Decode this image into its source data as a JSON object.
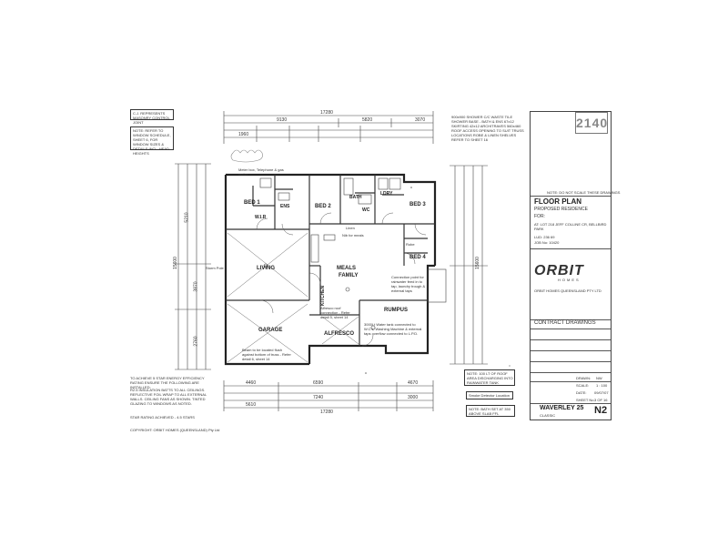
{
  "stamp_number": "2140",
  "left_notes": {
    "legend": "C.J. REPRESENTS MASONRY CONTROL JOINT",
    "window_note": "NOTE: REFER TO WINDOW SCHEDULE, SHEET 6, FOR WINDOW SIZES & DETAILS INCL. HEAD HEIGHTS",
    "energy_note": "TO ACHIEVE 5 STAR ENERGY EFFICIENCY RATING ENSURE THE FOLLOWING ARE INSTALLED:",
    "energy_items": "R2.5 INSULATION BATTS TO ALL CEILINGS. REFLECTIVE FOIL WRAP TO ALL EXTERNAL WALLS. CEILING FANS AS SHOWN. TINTED GLAZING TO WINDOWS AS NOTED.",
    "star_rating": "STAR RATING ACHIEVED - 4.5 STARS"
  },
  "rooms": {
    "bed1": "BED 1",
    "ens": "ENS",
    "wir": "W.I.R",
    "bed2": "BED 2",
    "bath": "BATH",
    "ldry": "LDRY",
    "wc": "WC",
    "bed3": "BED 3",
    "bed4": "BED 4",
    "living": "LIVING",
    "kitchen": "KITCHEN",
    "meals": "MEALS",
    "family": "FAMILY",
    "rumpus": "RUMPUS",
    "alfresco": "ALFRESCO",
    "garage": "GARAGE",
    "robe": "Robe",
    "linen": "Linen"
  },
  "dims": {
    "overall_top": "17280",
    "top_a": "9130",
    "top_b": "5820",
    "top_c": "3070",
    "top_d": "1960",
    "overall_bottom": "17280",
    "bot_a": "4460",
    "bot_b": "6590",
    "bot_c": "4670",
    "bot_d": "5610",
    "bot_e": "7240",
    "bot_f": "3000",
    "left_a": "15600",
    "right_a": "15600",
    "left_b": "5210",
    "left_c": "3870",
    "left_d": "2760"
  },
  "callouts": {
    "top_note": "900x900 SHOWER C/C WASTE TILE SHOWER BASE - BATH & ENS 67x12 SKIRTING 42x12 ARCHITRAVES 560x460 ROOF ACCESS OPENING TO SUIT TRUSS LOCATIONS ROBE & LINEN SHELVES REFER TO SHEET 16",
    "meter_box": "Meter box, Telephone & gas meter",
    "storm": "Storm Pole",
    "nib": "Nib for meals",
    "heater": "Alfresco roof connection - Refer detail 5, sheet 14",
    "smoke": "Smoke Detector Location",
    "raintank": "NOTE: 100 LT OF ROOF AREA DISCHARGING INTO RAINWATER TANK",
    "slab": "NOTE: BATH SET AT 350 ABOVE SLAB FFL",
    "connection": "Connection point for rainwater feed in to tap, laundry trough & external taps",
    "rainwater_tank": "3000Lt Water tank connected to W.C's, Washing Machine & external taps overflow connected to L.P.D.",
    "beam": "Beam to be located flush against bottom of truss - Refer detail 6, sheet 14",
    "copyright": "COPYRIGHT: ORBIT HOMES (QUEENSLAND) Pty Ltd"
  },
  "title_block": {
    "disclaimer": "NOTE: DO NOT SCALE THESE DRAWINGS",
    "title": "FLOOR PLAN",
    "proposed": "PROPOSED RESIDENCE",
    "for": "FOR:",
    "at": "AT:  LOT 218 JEFF COLLINE CR, BELLBIRD PARK",
    "lot": "LUD: 236 69",
    "job": "JOB No: 10420",
    "brand": "ORBIT",
    "brand_sub": "HOMES",
    "company": "ORBIT HOMES QUEENSLAND PTY LTD",
    "contract": "CONTRACT DRAWINGS",
    "drawn_label": "DRAWN:",
    "drawn": "NW",
    "scale_label": "SCALE:",
    "scale": "1 : 100",
    "date_label": "DATE:",
    "date": "09/07/07",
    "sheet_label": "SHEET No.",
    "sheet": "3 OF 16",
    "design": "WAVERLEY 25",
    "facade": "CLASSIC",
    "plan_code": "N2"
  }
}
